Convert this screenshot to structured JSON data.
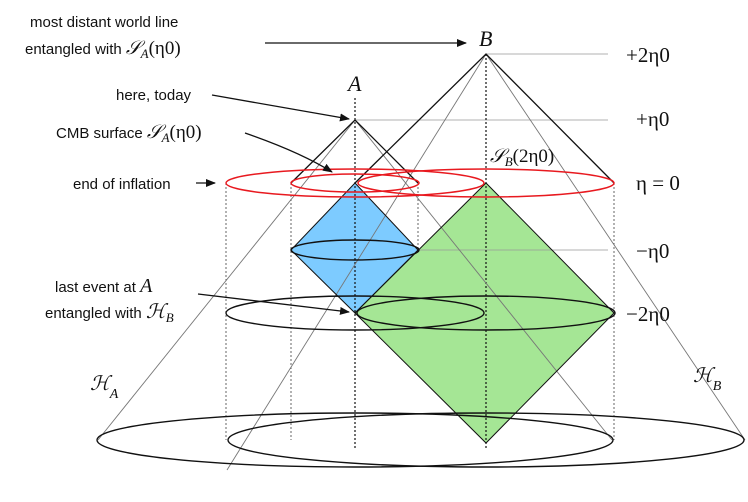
{
  "labels": {
    "most_distant_line1": "most distant world line",
    "entangled_with": "entangled with",
    "surface_sym": "𝒮",
    "sub_A": "A",
    "sub_B": "B",
    "eta0_arg": "(η0)",
    "two_eta0_arg": "(2η0)",
    "here_today": "here, today",
    "cmb_surface": "CMB surface",
    "end_of_inflation": "end of inflation",
    "last_event_at": "last event at",
    "point_A": "A",
    "point_B": "B",
    "horizon_sym": "ℋ",
    "eta_plus2": "+2η0",
    "eta_plus1": "+η0",
    "eta_zero": "η = 0",
    "eta_minus1": "−η0",
    "eta_minus2": "−2η0"
  },
  "colors": {
    "line": "#111111",
    "red_surface": "#e8191f",
    "blue_region": "#66c2ff",
    "green_region": "#8fe07a",
    "guide": "#888888"
  },
  "icons": [
    "arrow-icon"
  ]
}
